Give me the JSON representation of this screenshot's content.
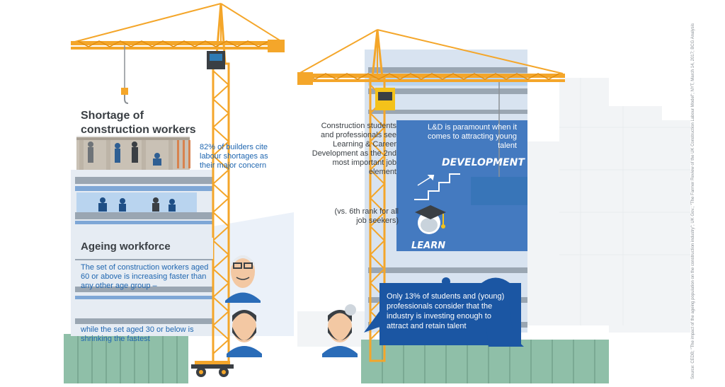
{
  "left_panel": {
    "shortage_title": "Shortage of construction workers",
    "builders_stat": "82% of builders cite labour shortages as their major concern",
    "ageing_title": "Ageing workforce",
    "aged60_text": "The set of construction workers aged 60 or above is increasing faster than any other age group –",
    "aged30_text": "while the set aged 30 or below is shrinking the fastest"
  },
  "right_panel": {
    "ld_text": "L&D is paramount when it comes to attracting young talent",
    "students_text": "Construction students and professionals see Learning & Career Development as the 2nd most important job element",
    "rank_text": "(vs. 6th rank for all job seekers)",
    "development_label": "DEVELOPMENT",
    "learn_label": "LEARN",
    "only13_text": "Only 13% of students and (young) professionals consider that the industry is investing enough to attract and retain talent"
  },
  "source_note": "Source: CEDB; \"The impact of the ageing population on the construction industry\"; UK Gov.; \"The Farmer Review of the UK Construction Labour Model\"; NYT, March 14, 2017; BCG Analysis",
  "icons": [
    "crane",
    "crane-hook",
    "worker-figures",
    "old-man-avatar",
    "bearded-man-avatar",
    "staircase-icon",
    "graduation-cap-icon",
    "speech-bubble"
  ],
  "colors": {
    "crane_orange": "#f4a62a",
    "brand_blue": "#1f66b0",
    "dark_blue": "#1b56a3",
    "light_blue_panel": "#dde8f5",
    "hoarding_green": "#8fbfa8"
  }
}
